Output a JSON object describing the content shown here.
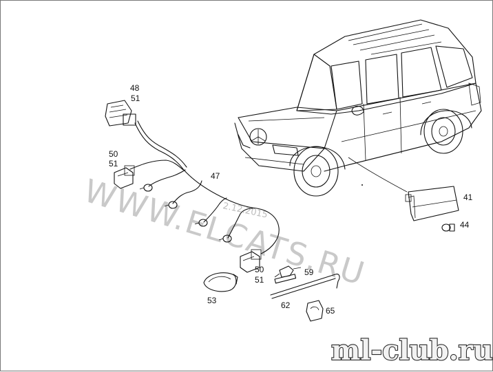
{
  "labels": {
    "l41": "41",
    "l44": "44",
    "l47": "47",
    "l48": "48",
    "l51a": "51",
    "l50a": "50",
    "l51b": "51",
    "l50b": "50",
    "l51c": "51",
    "l53": "53",
    "l59": "59",
    "l62": "62",
    "l65": "65"
  },
  "watermark": {
    "text": "WWW.ELCATS.RU",
    "date": "2.12.2015",
    "brand": "ml-club.ru"
  }
}
